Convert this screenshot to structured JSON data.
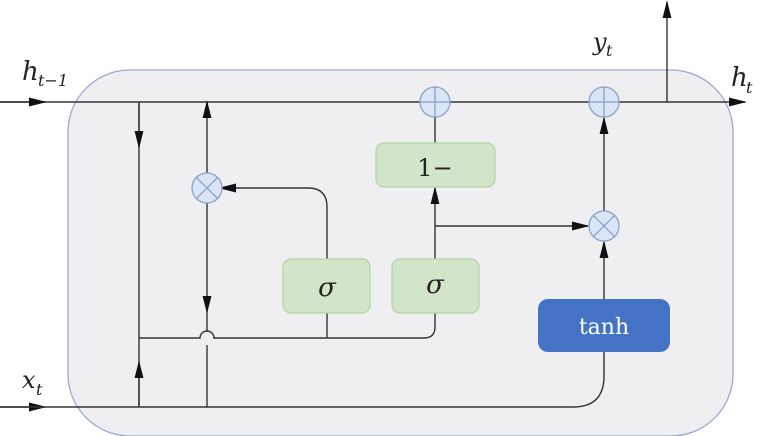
{
  "diagram": {
    "title": "GRU-style recurrent cell",
    "colors": {
      "cell_fill": "#efeff2",
      "cell_stroke": "#9aa8cf",
      "gate_fill": "#d2e5c8",
      "gate_stroke": "#b4d2a4",
      "tanh_fill": "#4472c4",
      "op_fill": "#dae6f6",
      "op_stroke": "#8aa0cc",
      "line": "#333333"
    },
    "labels": {
      "h_prev": {
        "main": "h",
        "sub": "t−1"
      },
      "h_next": {
        "main": "h",
        "sub": "t"
      },
      "x_in": {
        "main": "x",
        "sub": "t"
      },
      "y_out": {
        "main": "y",
        "sub": "t"
      }
    },
    "nodes": {
      "reset_gate": {
        "label": "σ",
        "type": "sigmoid"
      },
      "update_gate": {
        "label": "σ",
        "type": "sigmoid"
      },
      "one_minus": {
        "label": "1−",
        "type": "operation"
      },
      "tanh": {
        "label": "tanh",
        "type": "activation"
      },
      "mult_reset": {
        "symbol": "×",
        "type": "pointwise-multiply"
      },
      "mult_update": {
        "symbol": "×",
        "type": "pointwise-multiply"
      },
      "add_1": {
        "symbol": "+",
        "type": "pointwise-add"
      },
      "add_2": {
        "symbol": "+",
        "type": "pointwise-add"
      }
    }
  }
}
